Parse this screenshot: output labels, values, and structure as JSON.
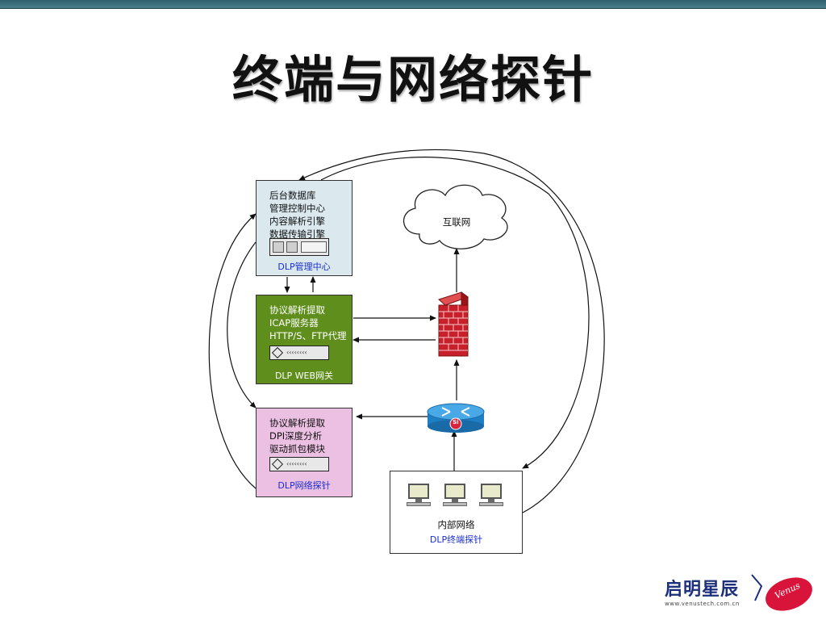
{
  "slide": {
    "title": "终端与网络探针"
  },
  "nodes": {
    "mgmt": {
      "lines": [
        "后台数据库",
        "管理控制中心",
        "内容解析引擎",
        "数据传输引擎"
      ],
      "caption": "DLP管理中心"
    },
    "web": {
      "lines": [
        "协议解析提取",
        "ICAP服务器",
        "HTTP/S、FTP代理"
      ],
      "caption": "DLP  WEB网关"
    },
    "probe": {
      "lines": [
        "协议解析提取",
        "DPI深度分析",
        "驱动抓包模块"
      ],
      "caption": "DLP网络探针"
    },
    "terminal": {
      "label": "内部网络",
      "caption": "DLP终端探针"
    },
    "internet": {
      "label": "互联网"
    },
    "router": {
      "badge": "Si"
    }
  },
  "logo": {
    "brand": "启明星辰",
    "url": "www.venustech.com.cn",
    "mark_text": "Venus"
  },
  "colors": {
    "header_bar": "#3b6f7c",
    "mgmt_fill": "#dbe9ee",
    "web_fill": "#5f8e1d",
    "probe_fill": "#ecc0e3",
    "caption_blue": "#1a2fd0",
    "firewall_red": "#c8202a",
    "router_blue": "#2a8fd0",
    "logo_navy": "#1b2f7a",
    "logo_red": "#d8143a"
  }
}
